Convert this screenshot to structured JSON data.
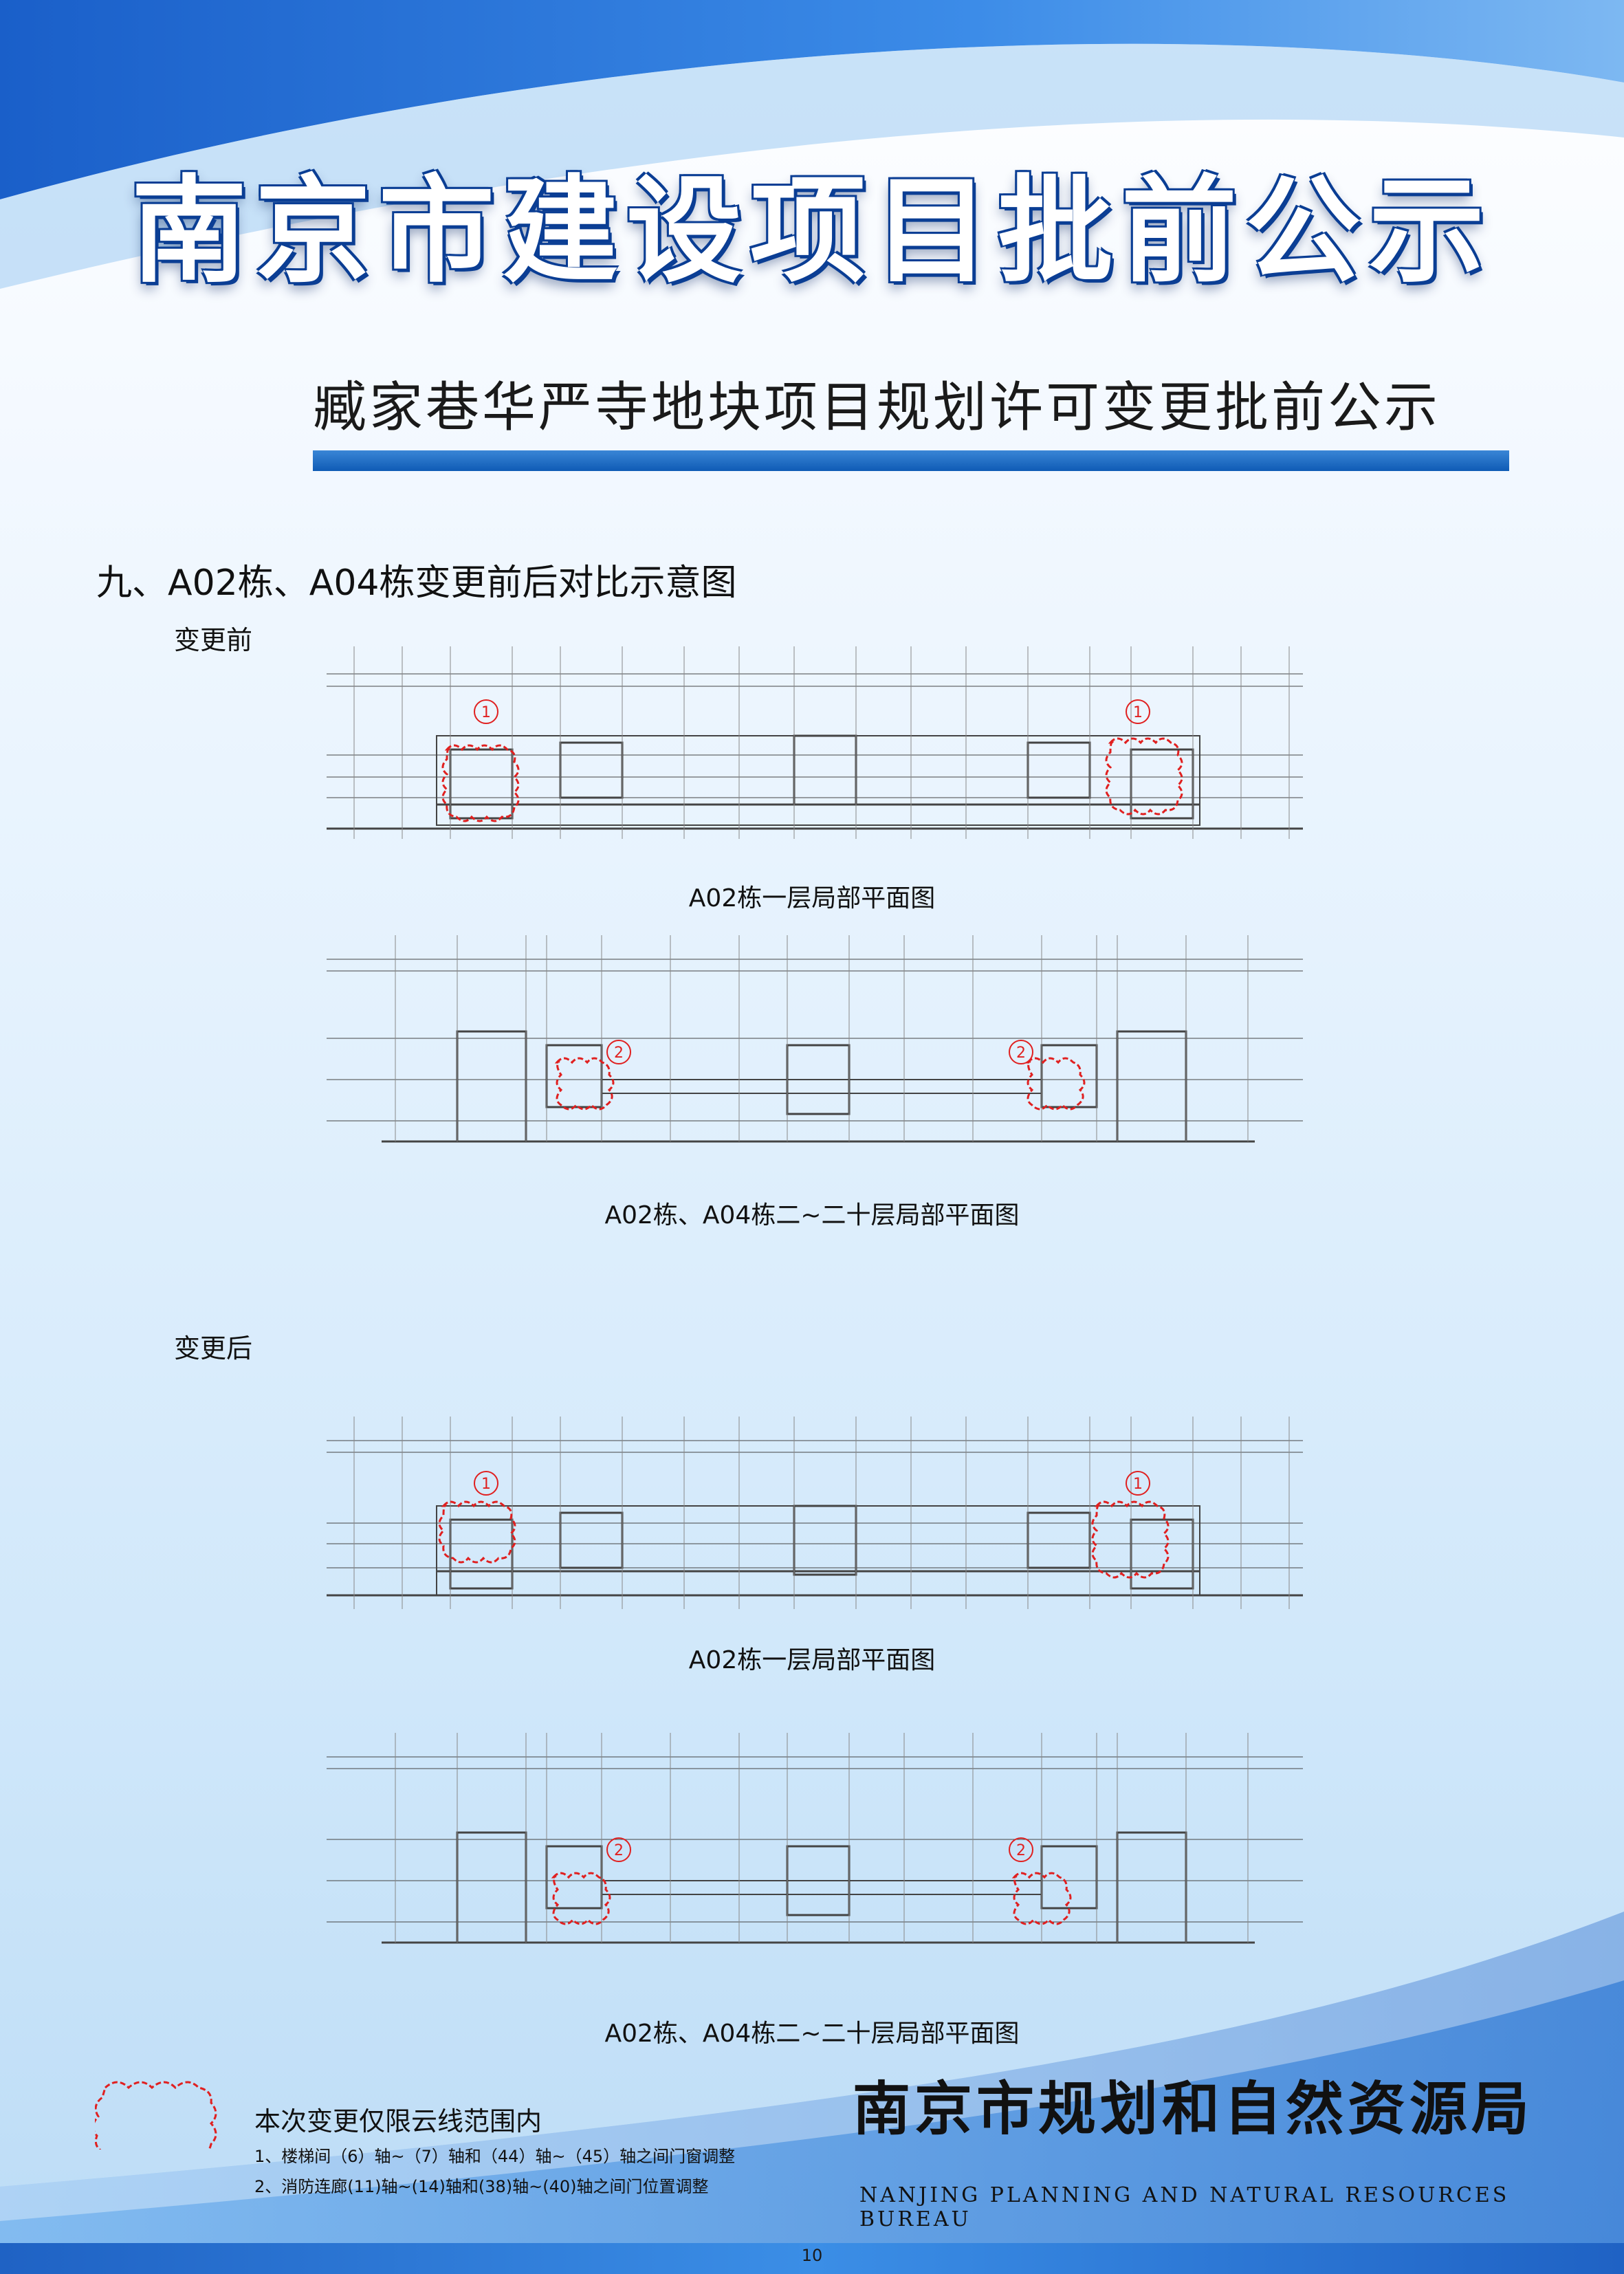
{
  "title": "南京市建设项目批前公示",
  "subtitle": "臧家巷华严寺地块项目规划许可变更批前公示",
  "section_heading": "九、A02栋、A04栋变更前后对比示意图",
  "before_label": "变更前",
  "after_label": "变更后",
  "captions": {
    "before_ground": "A02栋一层局部平面图",
    "before_upper": "A02栋、A04栋二~二十层局部平面图",
    "after_ground": "A02栋一层局部平面图",
    "after_upper": "A02栋、A04栋二~二十层局部平面图"
  },
  "markers": {
    "one": "1",
    "two": "2"
  },
  "legend": {
    "title": "本次变更仅限云线范围内",
    "note1": "1、楼梯间（6）轴~（7）轴和（44）轴~（45）轴之间门窗调整",
    "note2": "2、消防连廊(11)轴~(14)轴和(38)轴~(40)轴之间门位置调整"
  },
  "footer": {
    "org_cn": "南京市规划和自然资源局",
    "org_en": "NANJING PLANNING AND NATURAL RESOURCES BUREAU"
  },
  "page_number": "10",
  "colors": {
    "brand_blue": "#0f5bb5",
    "cloud_red": "#e02020"
  }
}
